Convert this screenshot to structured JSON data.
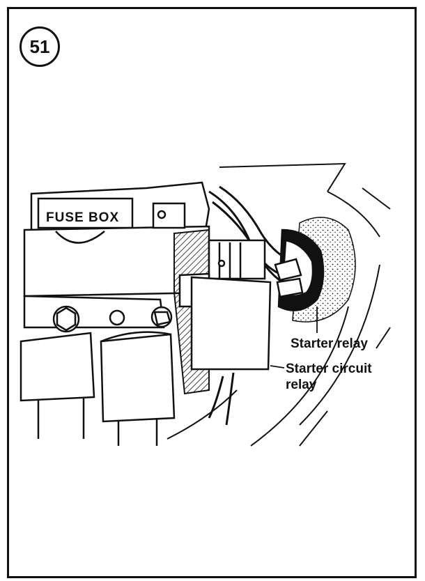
{
  "figure": {
    "number": "51"
  },
  "illustration": {
    "fuse_box_label": "FUSE BOX",
    "ink_color": "#111111",
    "paper_color": "#ffffff"
  },
  "callouts": {
    "starter_relay": "Starter relay",
    "starter_circuit_relay_line1": "Starter circuit",
    "starter_circuit_relay_line2": "relay"
  }
}
